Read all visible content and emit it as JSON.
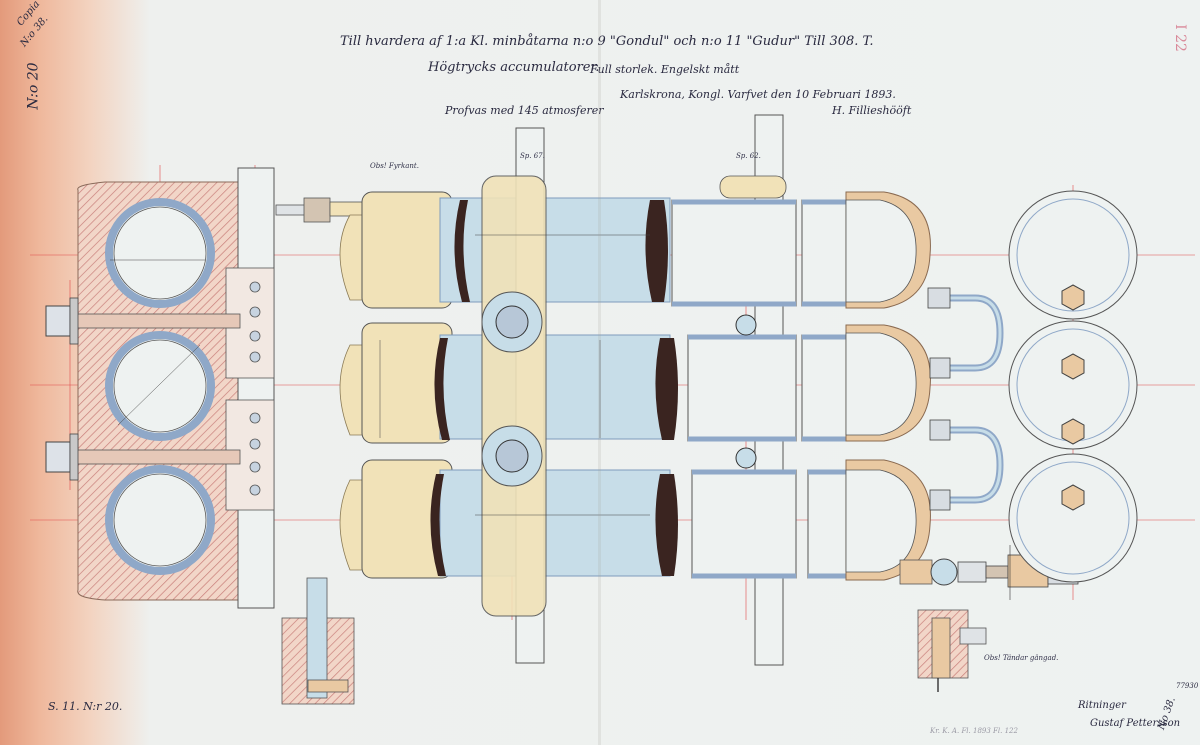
{
  "title": {
    "line1": "Till hvardera af 1:a Kl. minbåtarna n:o 9 \"Gondul\" och n:o 11 \"Gudur\"   Till 308. T.",
    "line2": "Högtrycks accumulatorer.",
    "line2_note": "Full storlek.  Engelskt mått",
    "line3": "Karlskrona, Kongl. Varfvet den 10 Februari 1893.",
    "line4": "Profvas med 145 atmosferer",
    "signature": "H. Fillieshööft"
  },
  "margin_notes": {
    "copia": "Copia",
    "no38": "N:o 38.",
    "n20": "N:o 20",
    "stamp": "I 22",
    "bottom_left": "S. 11. N:r 20.",
    "revisor": "Ritninger",
    "signer": "Gustaf Pettersson",
    "folder_number": "No 38.",
    "small_number": "77930",
    "faint": "Kr. K. A. Fl. 1893 Fl. 122"
  },
  "labels": {
    "obs_fyrkant": "Obs! Fyrkant.",
    "sp1": "Sp. 67.",
    "sp2": "Sp. 62.",
    "obs_gangad": "Obs! Tändar gängad."
  },
  "colors": {
    "paper": "#eef2f1",
    "blue_steel": "#8fa8c8",
    "pale_blue": "#c7dde8",
    "cream": "#f1e2b8",
    "brass": "#e9c9a2",
    "hatch": "#c97f7a",
    "ink": "#2a2a40",
    "red_line": "#e04a4a"
  }
}
